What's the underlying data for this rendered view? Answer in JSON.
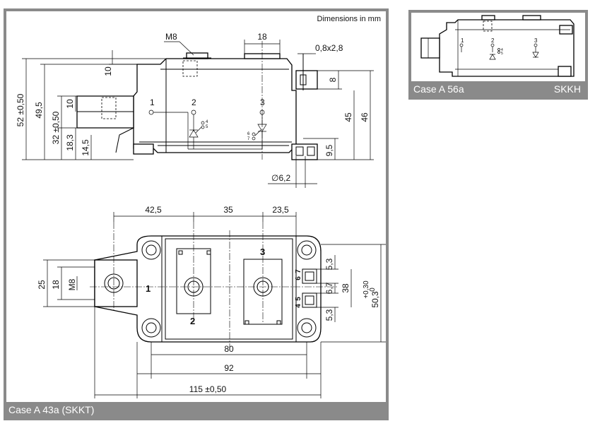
{
  "main_panel": {
    "caption": "Case A 43a (SKKT)",
    "units_note": "Dimensions in mm",
    "side_view": {
      "thread_label": "M8",
      "dim_top_width": "18",
      "dim_pin_size": "0,8x2,8",
      "dim_10_a": "10",
      "dim_8": "8",
      "dim_52": "52 ±0,50",
      "dim_49_5": "49,5",
      "dim_32": "32 ±0,50",
      "dim_10_b": "10",
      "dim_18_3": "18,3",
      "dim_14_5": "14,5",
      "dim_45": "45",
      "dim_46": "46",
      "dim_9_5": "9,5",
      "dim_hole": "∅6,2",
      "terminal_1": "1",
      "terminal_2": "2",
      "terminal_3": "3",
      "pin_4": "4",
      "pin_5": "5",
      "pin_6": "6",
      "pin_7": "7"
    },
    "top_view": {
      "dim_42_5": "42,5",
      "dim_35": "35",
      "dim_23_5": "23,5",
      "dim_25": "25",
      "dim_18": "18",
      "thread_label": "M8",
      "dim_5_3_top": "5,3",
      "dim_6_7": "6,7",
      "dim_5_3_bottom": "5,3",
      "dim_38": "38",
      "dim_50_3": "50,3",
      "dim_tol_upper": "+0,30",
      "dim_tol_lower": "0",
      "dim_80": "80",
      "dim_92": "92",
      "dim_115": "115 ±0,50",
      "terminal_1": "1",
      "terminal_2": "2",
      "terminal_3": "3",
      "pin_labels": [
        "6",
        "7",
        "4",
        "5"
      ]
    }
  },
  "side_panel": {
    "caption_left": "Case A 56a",
    "caption_right": "SKKH",
    "terminal_1": "1",
    "terminal_2": "2",
    "terminal_3": "3",
    "pin_4": "4",
    "pin_5": "5"
  }
}
